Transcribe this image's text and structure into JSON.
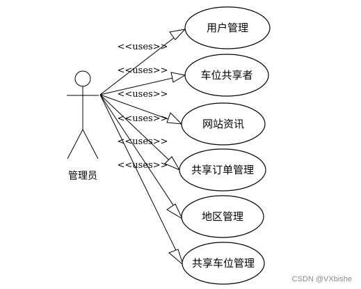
{
  "actor": {
    "label": "管理员"
  },
  "use_cases": [
    {
      "label": "用户管理"
    },
    {
      "label": "车位共享者"
    },
    {
      "label": "网站资讯"
    },
    {
      "label": "共享订单管理"
    },
    {
      "label": "地区管理"
    },
    {
      "label": "共享车位管理"
    }
  ],
  "associations": [
    {
      "stereotype": "<<uses>>"
    },
    {
      "stereotype": "<<uses>>"
    },
    {
      "stereotype": "<<uses>>"
    },
    {
      "stereotype": "<<uses>>"
    },
    {
      "stereotype": "<<uses>>"
    },
    {
      "stereotype": "<<uses>>"
    }
  ],
  "watermark": "CSDN @VXbishe",
  "colors": {
    "stroke": "#000000",
    "background": "#ffffff",
    "watermark": "#8a8a8a"
  }
}
